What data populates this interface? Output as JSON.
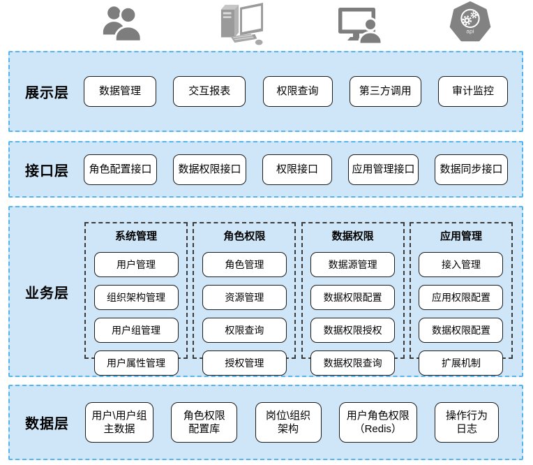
{
  "header_icons": [
    {
      "name": "users"
    },
    {
      "name": "desktop-computer"
    },
    {
      "name": "monitor-with-user"
    },
    {
      "name": "api-polygon",
      "label": "api"
    }
  ],
  "colors": {
    "band_bg": "#cee6f8",
    "band_border": "#54b5ee",
    "box_border": "#1a1a1a",
    "group_border": "#3a3a3a",
    "icon_gray": "#7d7d7d"
  },
  "layers": [
    {
      "label": "展示层",
      "boxes": [
        "数据管理",
        "交互报表",
        "权限查询",
        "第三方调用",
        "审计监控"
      ]
    },
    {
      "label": "接口层",
      "boxes": [
        "角色配置接口",
        "数据权限接口",
        "权限接口",
        "应用管理接口",
        "数据同步接口"
      ]
    },
    {
      "label": "业务层",
      "groups": [
        {
          "title": "系统管理",
          "boxes": [
            "用户管理",
            "组织架构管理",
            "用户组管理",
            "用户属性管理"
          ]
        },
        {
          "title": "角色权限",
          "boxes": [
            "角色管理",
            "资源管理",
            "权限查询",
            "授权管理"
          ]
        },
        {
          "title": "数据权限",
          "boxes": [
            "数据源管理",
            "数据权限配置",
            "数据权限授权",
            "数据权限查询"
          ]
        },
        {
          "title": "应用管理",
          "boxes": [
            "接入管理",
            "应用权限配置",
            "数据权限配置",
            "扩展机制"
          ]
        }
      ]
    },
    {
      "label": "数据层",
      "boxes": [
        "用户\\用户组\n主数据",
        "角色权限\n配置库",
        "岗位\\组织\n架构",
        "用户角色权限\n（Redis）",
        "操作行为\n日志"
      ]
    }
  ]
}
